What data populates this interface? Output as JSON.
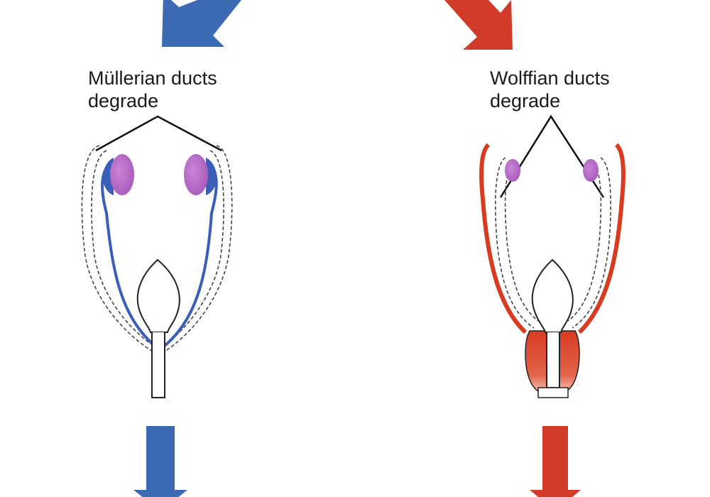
{
  "left_panel": {
    "label_line1": "Müllerian ducts",
    "label_line2": "degrade",
    "arrow_color": "#3d6bb3",
    "duct_color": "#3b5fb8",
    "gonad_color": "#b86bc7"
  },
  "right_panel": {
    "label_line1": "Wolffian ducts",
    "label_line2": "degrade",
    "arrow_color": "#d23a2a",
    "duct_color": "#d93b22",
    "gonad_color": "#b86bc7"
  }
}
